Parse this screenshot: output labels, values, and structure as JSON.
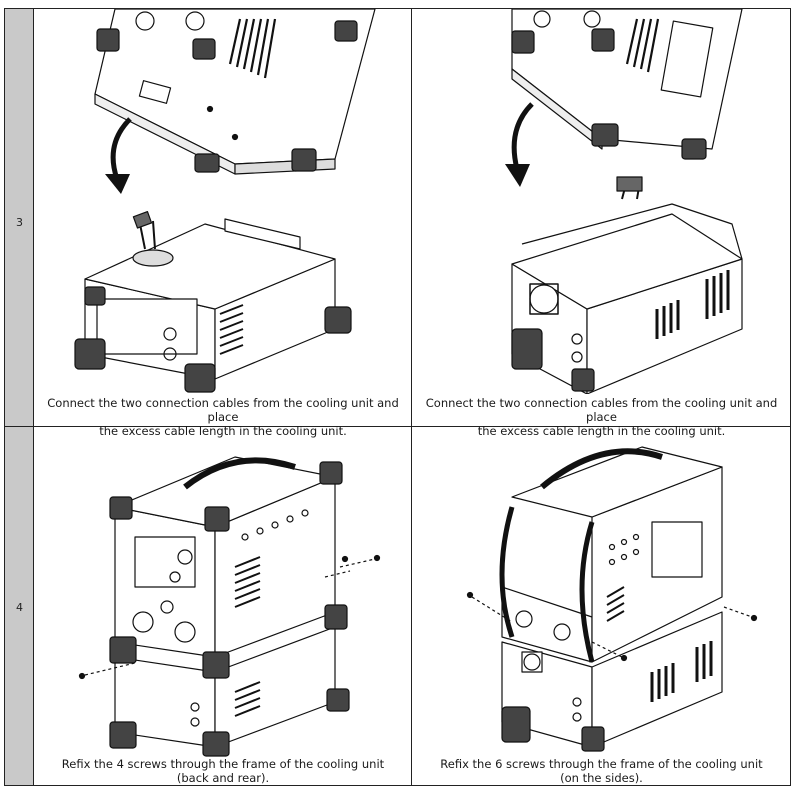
{
  "rows": [
    {
      "step": "3",
      "cells": [
        {
          "caption_line1": "Connect the two connection cables from the cooling unit and place",
          "caption_line2": "the excess cable length in the cooling unit."
        },
        {
          "caption_line1": "Connect the two connection cables from the cooling unit and place",
          "caption_line2": "the excess cable length in the cooling unit."
        }
      ]
    },
    {
      "step": "4",
      "cells": [
        {
          "caption_line1": "Refix the 4 screws through the frame of the cooling unit",
          "caption_line2": "(back and rear)."
        },
        {
          "caption_line1": "Refix the 6 screws  through the frame of the cooling unit",
          "caption_line2": "(on the sides)."
        }
      ]
    }
  ]
}
